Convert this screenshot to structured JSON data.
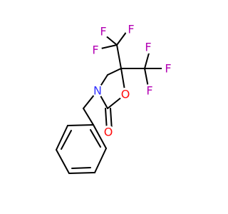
{
  "molecule": {
    "atoms": {
      "n": {
        "symbol": "N",
        "color": "#3333ff"
      },
      "o_ring": {
        "symbol": "O",
        "color": "#ff0d0d"
      },
      "o_carbonyl": {
        "symbol": "O",
        "color": "#ff0d0d"
      },
      "f1": {
        "symbol": "F",
        "color": "#b300b3"
      },
      "f2": {
        "symbol": "F",
        "color": "#b300b3"
      },
      "f3": {
        "symbol": "F",
        "color": "#b300b3"
      },
      "f4": {
        "symbol": "F",
        "color": "#b300b3"
      },
      "f5": {
        "symbol": "F",
        "color": "#b300b3"
      },
      "f6": {
        "symbol": "F",
        "color": "#b300b3"
      }
    }
  }
}
